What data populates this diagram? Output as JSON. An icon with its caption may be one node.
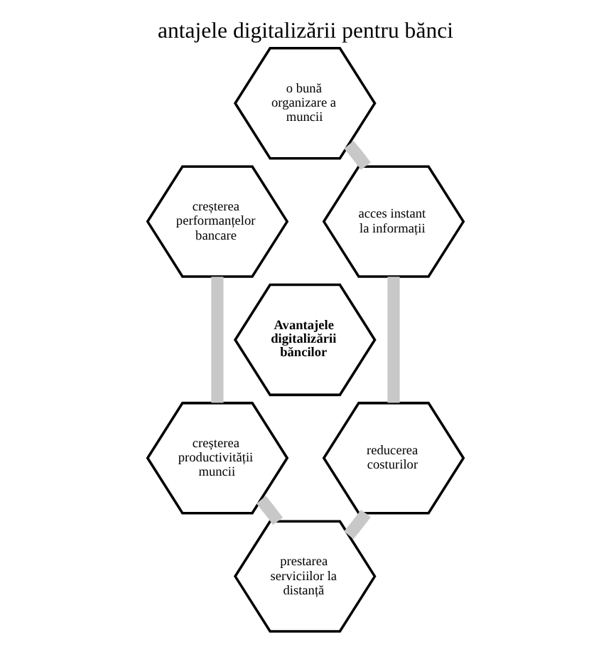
{
  "diagram": {
    "title": "antajele digitalizării pentru bănci",
    "nodes": [
      {
        "text": [
          "Avantajele digitalizării băncilor"
        ]
      },
      {
        "text": [
          "o bună organizare a muncii"
        ]
      },
      {
        "text": [
          "creșterea performanțelor bancare"
        ]
      },
      {
        "text": [
          "acces instant la informații"
        ]
      },
      {
        "text": [
          "creșterea productivității muncii"
        ]
      },
      {
        "text": [
          "reducerea costurilor"
        ]
      },
      {
        "text": [
          "prestarea serviciilor la distanță"
        ]
      }
    ],
    "edges": [
      {
        "from": 1,
        "to": 3,
        "arrow": "none"
      },
      {
        "from": 3,
        "to": 5,
        "arrow": "none"
      },
      {
        "from": 5,
        "to": 6,
        "arrow": "none"
      },
      {
        "from": 6,
        "to": 4,
        "arrow": "none"
      },
      {
        "from": 4,
        "to": 2,
        "arrow": "none"
      }
    ]
  }
}
